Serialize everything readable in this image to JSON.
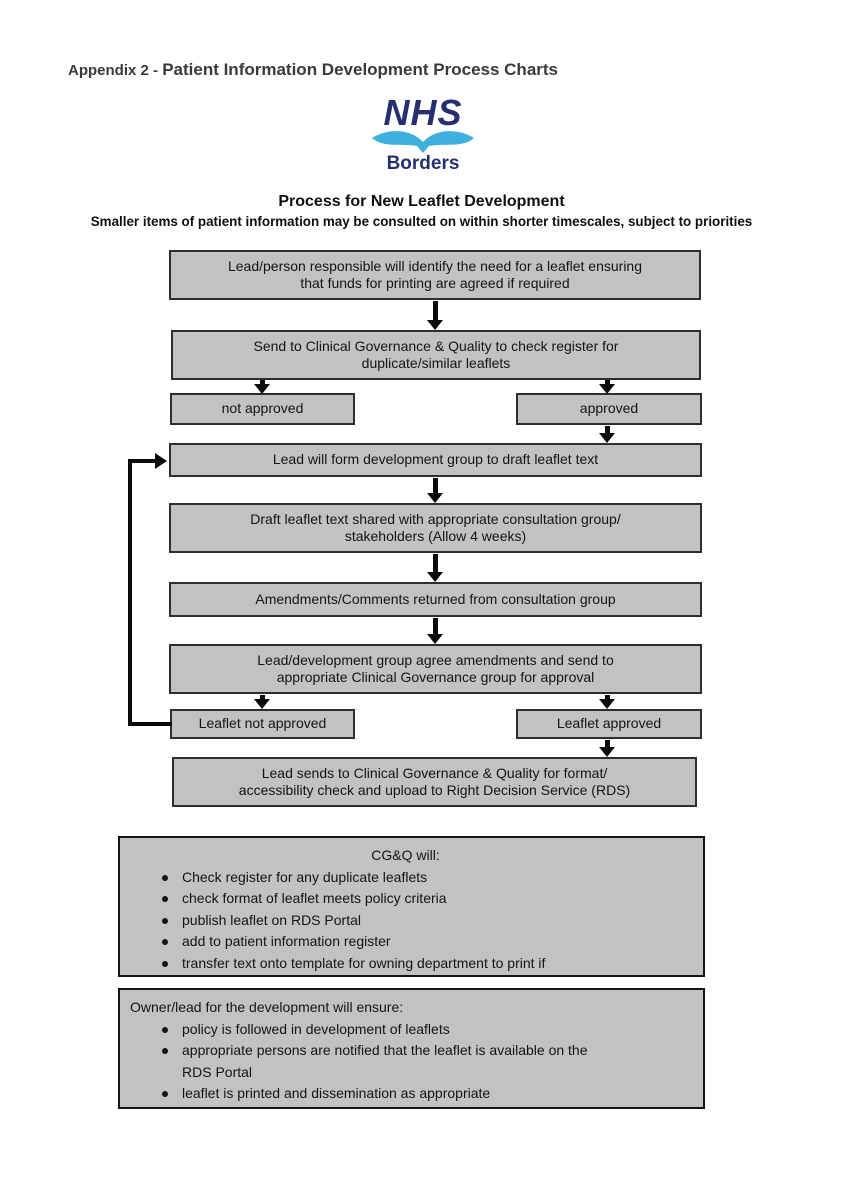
{
  "header": {
    "title_prefix": "Appendix 2 - ",
    "title_main": "Patient Information Development Process Charts"
  },
  "logo": {
    "nhs": "NHS",
    "org": "Borders"
  },
  "heading": {
    "title": "Process for New Leaflet Development",
    "subtitle": "Smaller items of patient information may be consulted on within shorter timescales, subject to priorities"
  },
  "flow": {
    "identify_need": "Lead/person responsible will identify the need for a leaflet ensuring\nthat funds for printing are agreed if required",
    "send_to_cgq": "Send to Clinical Governance & Quality to check register for\nduplicate/similar leaflets",
    "not_approved": "not approved",
    "approved": "approved",
    "form_group": "Lead will form development group to draft leaflet text",
    "draft_shared": "Draft leaflet text shared with appropriate consultation group/\nstakeholders (Allow 4 weeks)",
    "amendments_returned": "Amendments/Comments returned from consultation group",
    "agree_amendments": "Lead/development group agree amendments and send to\nappropriate Clinical Governance group for approval",
    "leaflet_not_approved": "Leaflet not approved",
    "leaflet_approved": "Leaflet approved",
    "format_check": "Lead sends to Clinical Governance & Quality for format/\naccessibility check and upload to Right Decision Service (RDS)"
  },
  "cgq_box": {
    "title": "CG&Q will:",
    "bullets": [
      "Check register for any duplicate leaflets",
      "check format of leaflet meets policy criteria",
      "publish leaflet on RDS Portal",
      "add to patient information register",
      "transfer text onto template for owning department to print if"
    ]
  },
  "owner_box": {
    "title": "Owner/lead for the development will ensure:",
    "bullets": [
      "policy is followed in development of leaflets",
      "appropriate persons are notified that the leaflet is available on the\nRDS Portal",
      "leaflet is printed and dissemination as appropriate"
    ]
  },
  "colors": {
    "nhs_navy": "#262f6f",
    "swoosh_blue": "#3db0e0",
    "box_fill": "#c2c2c2",
    "box_border": "#2e2e2e",
    "arrow_black": "#0a0a0a"
  }
}
